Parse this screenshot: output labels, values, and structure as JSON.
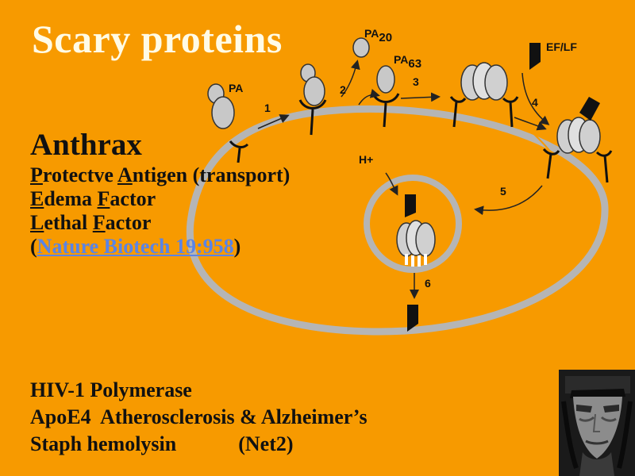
{
  "title": "Scary proteins",
  "anthrax": {
    "heading": "Anthrax",
    "protective_antigen": {
      "first": "P",
      "part1": "rotectve ",
      "second": "A",
      "part2": "ntigen (transport)"
    },
    "edema_factor": {
      "first": "E",
      "part1": "dema ",
      "second": "F",
      "part2": "actor"
    },
    "lethal_factor": {
      "first": "L",
      "part1": "ethal ",
      "second": "F",
      "part2": "actor"
    },
    "citation": {
      "open": "(",
      "link_text": "Nature Biotech 19:958",
      "close": ")"
    }
  },
  "diagram_labels": {
    "pa": "PA",
    "pa20": "PA",
    "pa20_sub": "20",
    "pa63": "PA",
    "pa63_sub": "63",
    "ef_lf": "EF/LF",
    "h_plus": "H+",
    "steps": [
      "1",
      "2",
      "3",
      "4",
      "5",
      "6"
    ]
  },
  "other_proteins": [
    "HIV-1 Polymerase",
    "ApoE4  Atherosclerosis & Alzheimer’s",
    "Staph hemolysin            (Net2)"
  ],
  "colors": {
    "background": "#f79a00",
    "title": "#fffbe6",
    "link": "#5a84e6",
    "membrane": "#b5b5b5"
  }
}
